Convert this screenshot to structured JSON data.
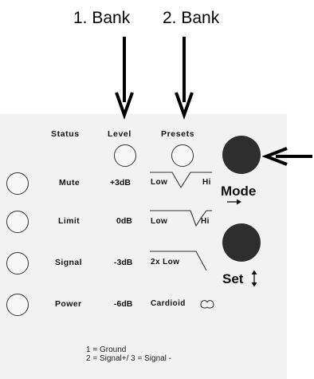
{
  "bank_labels": {
    "bank1": "1. Bank",
    "bank2": "2. Bank"
  },
  "headers": {
    "status": "Status",
    "level": "Level",
    "presets": "Presets"
  },
  "rows": [
    {
      "status": "Mute",
      "level": "+3dB",
      "preset_left": "Low",
      "preset_right": "Hi"
    },
    {
      "status": "Limit",
      "level": "0dB",
      "preset_left": "Low",
      "preset_right": "Hi"
    },
    {
      "status": "Signal",
      "level": "-3dB",
      "preset_left": "2x Low",
      "preset_right": ""
    },
    {
      "status": "Power",
      "level": "-6dB",
      "preset_left": "Cardioid",
      "preset_right": ""
    }
  ],
  "buttons": {
    "mode": "Mode",
    "set": "Set"
  },
  "footnote": {
    "line1": "1 = Ground",
    "line2": "2 = Signal+/ 3 = Signal -"
  },
  "colors": {
    "panel": "#f2f2f2",
    "button": "#2e2e2e",
    "arrow": "#000000"
  },
  "icons": [
    "arrow-down-icon",
    "arrow-left-icon",
    "arrow-right-icon",
    "up-down-arrow-icon",
    "cardioid-pattern-icon"
  ]
}
